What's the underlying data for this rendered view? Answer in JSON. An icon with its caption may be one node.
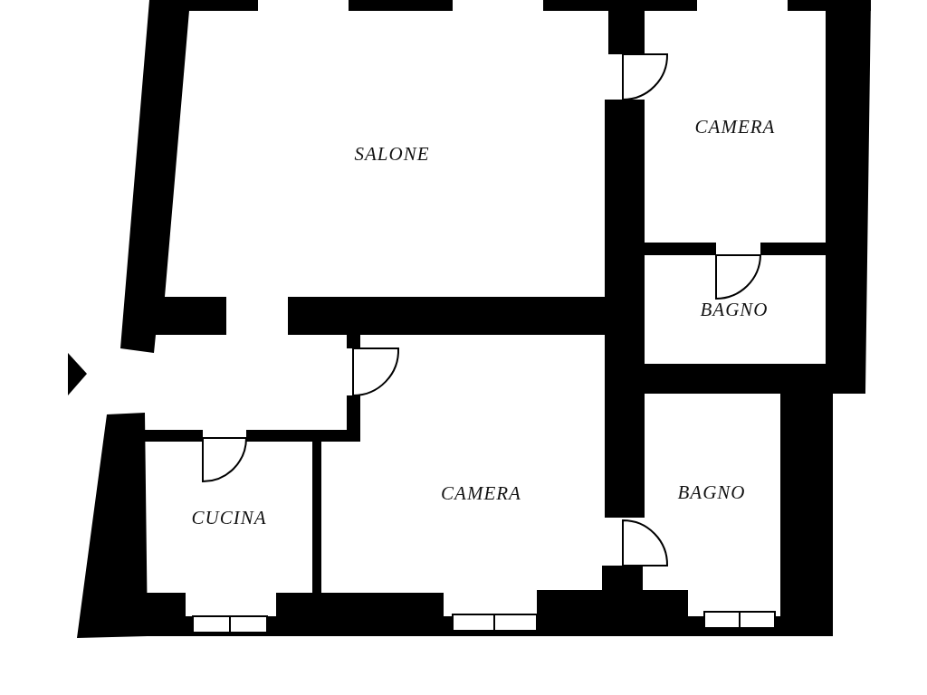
{
  "diagram": {
    "nodes": [
      {
        "text": [
          "SALONE"
        ]
      },
      {
        "text": [
          "CAMERA"
        ]
      },
      {
        "text": [
          "BAGNO"
        ]
      },
      {
        "text": [
          "CAMERA"
        ]
      },
      {
        "text": [
          "BAGNO"
        ]
      },
      {
        "text": [
          "CUCINA"
        ]
      }
    ]
  }
}
